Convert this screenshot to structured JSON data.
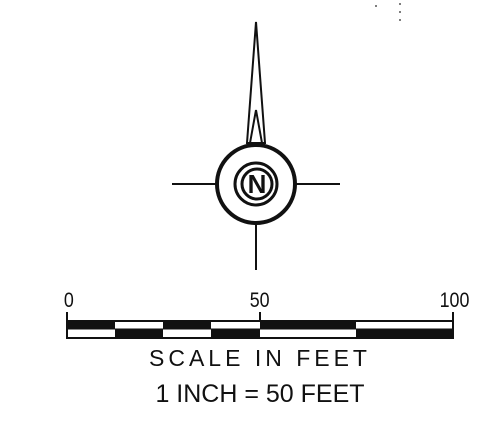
{
  "north_arrow": {
    "letter": "N"
  },
  "scale": {
    "ticks": [
      "0",
      "50",
      "100"
    ],
    "caption": "SCALE IN FEET",
    "ratio": "1 INCH = 50 FEET"
  },
  "colors": {
    "ink": "#111111",
    "paper": "#ffffff"
  }
}
